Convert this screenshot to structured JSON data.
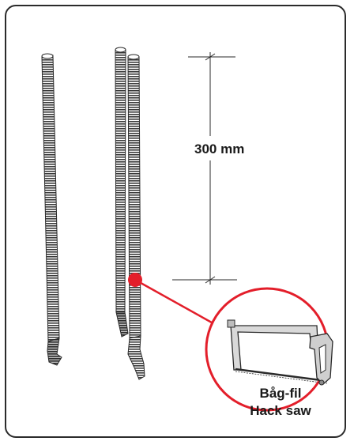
{
  "dimension": {
    "label": "300 mm"
  },
  "callout": {
    "tool_name_local": "Båg-fil",
    "tool_name_en": "Hack saw",
    "accent_color": "#e31e2a"
  },
  "icons": [
    "corrugated-hose",
    "hacksaw-icon",
    "cut-marker"
  ]
}
